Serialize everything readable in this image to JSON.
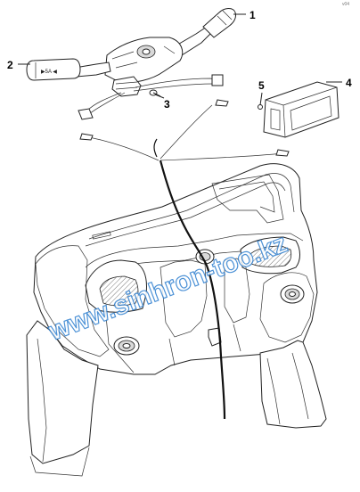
{
  "callouts": [
    {
      "id": "1",
      "label": "1"
    },
    {
      "id": "2",
      "label": "2"
    },
    {
      "id": "3",
      "label": "3"
    },
    {
      "id": "4",
      "label": "4"
    },
    {
      "id": "5",
      "label": "5"
    }
  ],
  "switch_marking": "▶5A ◀",
  "watermark": "www.sinhron-too.kz",
  "corner_mark": "v04",
  "colors": {
    "line": "#222222",
    "watermark": "#2e7fd0"
  }
}
